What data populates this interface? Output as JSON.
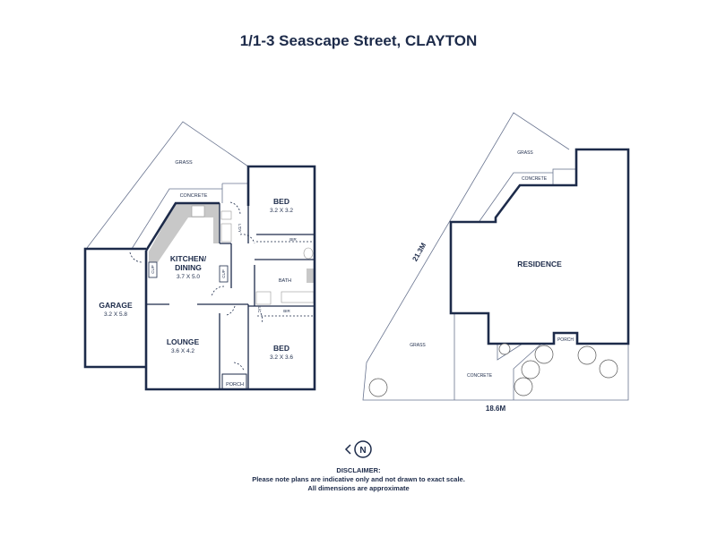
{
  "title": "1/1-3 Seascape Street, CLAYTON",
  "floor_plan": {
    "rooms": [
      {
        "name": "GARAGE",
        "size": "3.2 X 5.8"
      },
      {
        "name": "KITCHEN/",
        "name2": "DINING",
        "size": "3.7 X 5.0"
      },
      {
        "name": "LOUNGE",
        "size": "3.6 X 4.2"
      },
      {
        "name": "BED",
        "size": "3.2 X 3.2"
      },
      {
        "name": "BED",
        "size": "3.2 X 3.6"
      }
    ],
    "labels": {
      "grass": "GRASS",
      "concrete": "CONCRETE",
      "porch": "PORCH",
      "bath": "BATH",
      "ldy": "L'DY",
      "bir": "BIR",
      "cup": "CUP",
      "lc": "L/C"
    }
  },
  "site_plan": {
    "residence": "RESIDENCE",
    "grass": "GRASS",
    "concrete": "CONCRETE",
    "porch": "PORCH",
    "side_dimension": "21.3M",
    "bottom_dimension": "18.6M"
  },
  "north": "N",
  "disclaimer": {
    "heading": "DISCLAIMER:",
    "line1": "Please note plans are indicative only and not drawn to exact scale.",
    "line2": "All dimensions are approximate"
  },
  "colors": {
    "wall": "#1d2b4a",
    "fixture": "#c8c8c8"
  }
}
